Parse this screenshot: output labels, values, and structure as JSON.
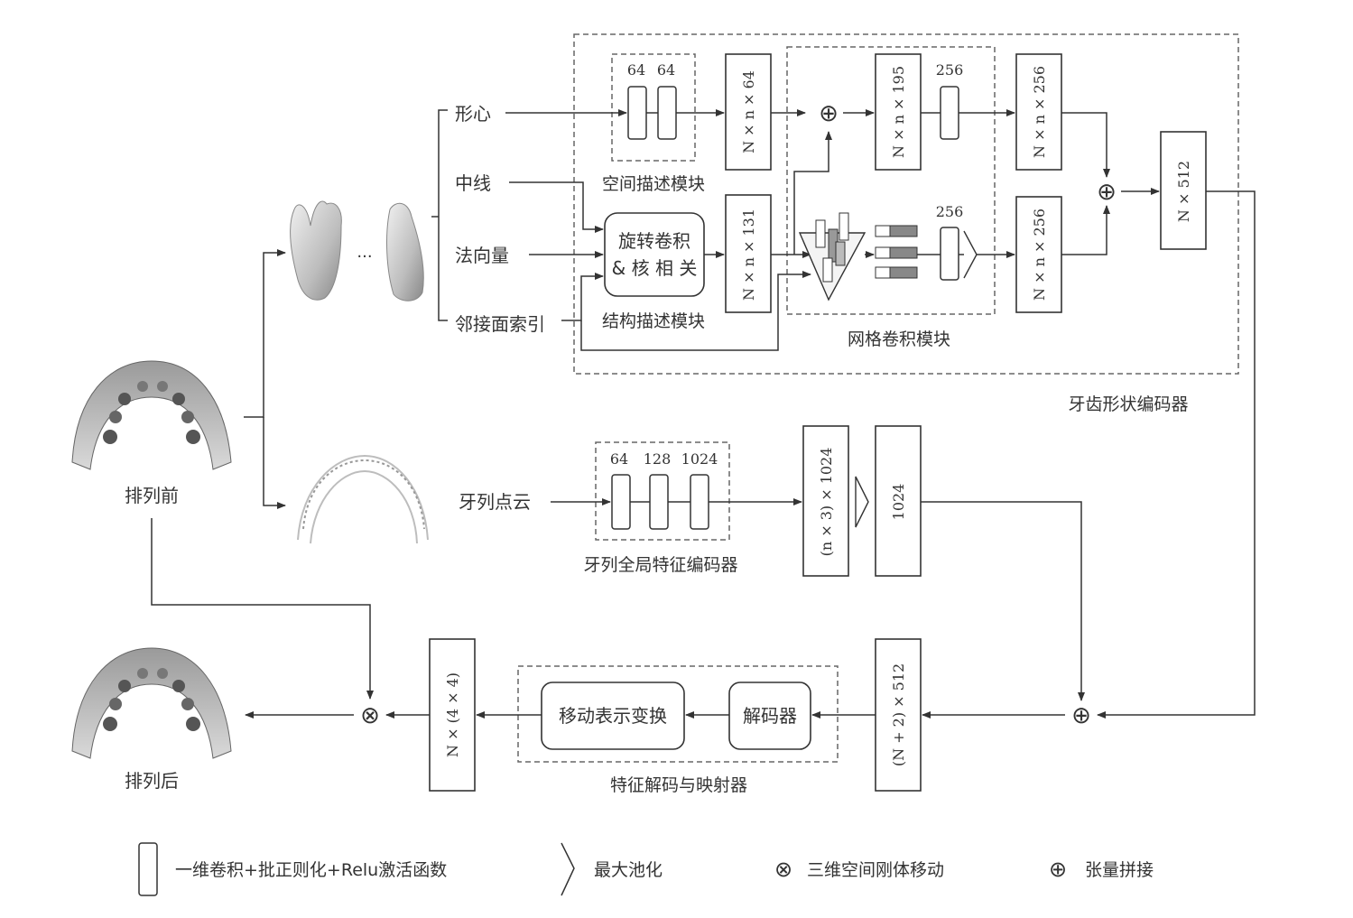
{
  "inputs": {
    "centroid": "形心",
    "midline": "中线",
    "normal": "法向量",
    "adjacency": "邻接面索引",
    "point_cloud": "牙列点云",
    "before": "排列前",
    "after": "排列后",
    "ellipsis": "···"
  },
  "modules": {
    "spatial": "空间描述模块",
    "structural": "结构描述模块",
    "rotconv_line1": "旋转卷积",
    "rotconv_line2": "& 核 相 关",
    "mesh_conv": "网格卷积模块",
    "shape_encoder": "牙齿形状编码器",
    "global_encoder": "牙列全局特征编码器",
    "decoder_mapper": "特征解码与映射器",
    "motion_transform": "移动表示变换",
    "decoder": "解码器"
  },
  "numbers": {
    "c64a": "64",
    "c64b": "64",
    "mesh256a": "256",
    "mesh256b": "256",
    "g64": "64",
    "g128": "128",
    "g1024": "1024"
  },
  "tensors": {
    "t_nn64": "N × n × 64",
    "t_nn131": "N × n × 131",
    "t_nn195": "N × n × 195",
    "t_nn256a": "N × n × 256",
    "t_nn256b": "N × n × 256",
    "t_n512": "N × 512",
    "t_n3_1024": "(n × 3) × 1024",
    "t_1024": "1024",
    "t_n2_512": "(N + 2) × 512",
    "t_n44": "N × (4 × 4)"
  },
  "symbols": {
    "concat": "⊕",
    "rigid": "⊗"
  },
  "legend": {
    "conv": "一维卷积+批正则化+Relu激活函数",
    "maxpool": "最大池化",
    "rigid": "三维空间刚体移动",
    "concat": "张量拼接"
  }
}
